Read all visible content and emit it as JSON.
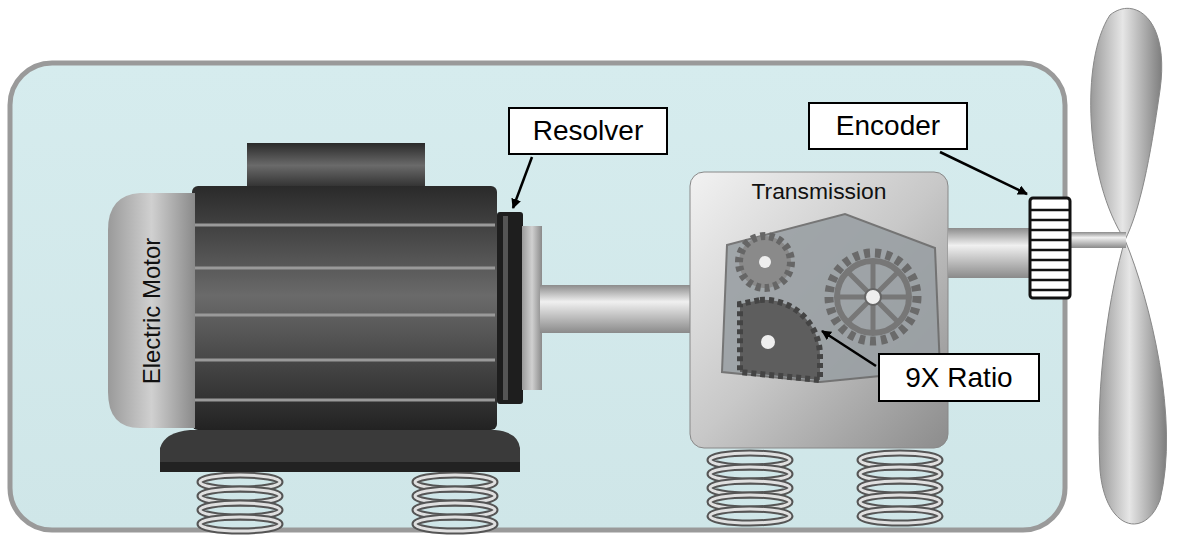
{
  "diagram": {
    "nodes": [
      {
        "text": [
          "Resolver"
        ]
      },
      {
        "text": [
          "Encoder"
        ]
      },
      {
        "text": [
          "Transmission"
        ]
      },
      {
        "text": [
          "Electric Motor"
        ]
      },
      {
        "text": [
          "9X Ratio"
        ]
      }
    ]
  }
}
